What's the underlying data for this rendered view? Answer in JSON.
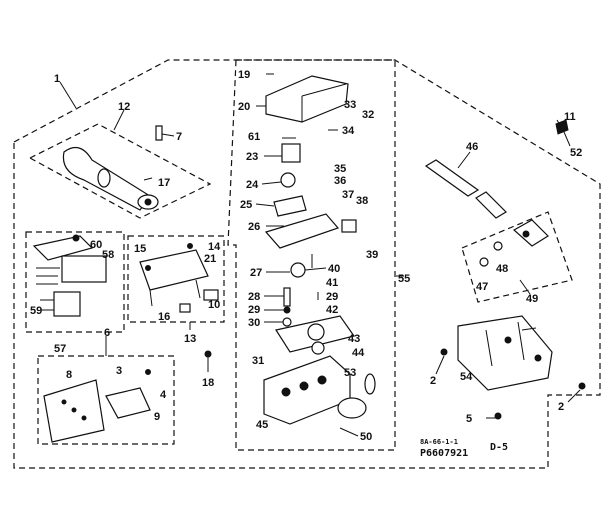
{
  "diagram": {
    "part_labels": {
      "p1": "1",
      "p2a": "2",
      "p2b": "2",
      "p4": "4",
      "p5": "5",
      "p6": "6",
      "p7": "7",
      "p8": "8",
      "p9": "9",
      "p10": "10",
      "p11": "11",
      "p12": "12",
      "p13": "13",
      "p14": "14",
      "p15": "15",
      "p16": "16",
      "p17": "17",
      "p18": "18",
      "p19": "19",
      "p20": "20",
      "p21": "21",
      "p23": "23",
      "p24": "24",
      "p25": "25",
      "p26": "26",
      "p27": "27",
      "p28": "28",
      "p29a": "29",
      "p29b": "29",
      "p30": "30",
      "p31": "31",
      "p32": "32",
      "p33": "33",
      "p34": "34",
      "p35": "35",
      "p36": "36",
      "p37": "37",
      "p38": "38",
      "p39": "39",
      "p40": "40",
      "p41": "41",
      "p42": "42",
      "p43": "43",
      "p44": "44",
      "p45": "45",
      "p46": "46",
      "p47": "47",
      "p48": "48",
      "p49": "49",
      "p50": "50",
      "p52": "52",
      "p53": "53",
      "p54": "54",
      "p55": "55",
      "p57": "57",
      "p58": "58",
      "p59": "59",
      "p60": "60",
      "p61": "61",
      "p3": "3"
    },
    "small_code": "8A-66-1-1",
    "diagram_id": "P6607921",
    "page_code": "D-5"
  }
}
